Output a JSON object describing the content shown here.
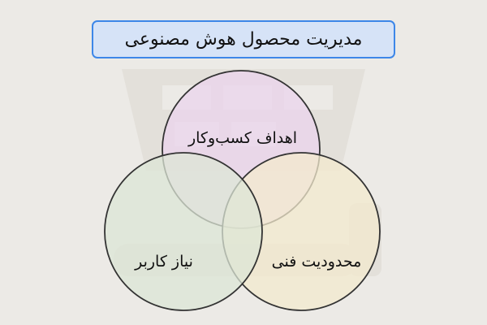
{
  "title": "مدیریت محصول هوش مصنوعی",
  "circles": [
    {
      "label": "اهداف کسب‌وکار",
      "fill": "#EBD4EC"
    },
    {
      "label": "محدودیت فنی",
      "fill": "#F3E9CE"
    },
    {
      "label": "نیاز کاربر",
      "fill": "#DCE6D6"
    }
  ],
  "stroke_color": "#333333",
  "title_border": "#3D87E8",
  "title_fill": "#D6E3F7",
  "background": "#ECEAE6"
}
